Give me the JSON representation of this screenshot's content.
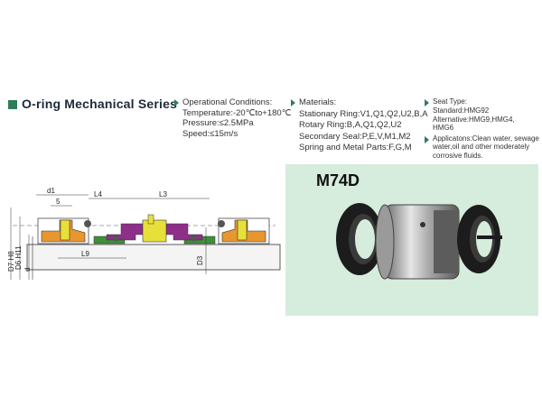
{
  "series": {
    "title": "O-ring Mechanical Series"
  },
  "operational": {
    "heading": "Operational Conditions:",
    "temperature": "Temperature:-20℃to+180℃",
    "pressure": "Pressure:≤2.5MPa",
    "speed": "Speed:≤15m/s"
  },
  "materials": {
    "heading": "Materials:",
    "stationary": "Stationary Ring:V1,Q1,Q2,U2,B,A",
    "rotary": "Rotary Ring:B,A,Q1,Q2,U2",
    "secondary": "Secondary Seal:P,E,V,M1,M2",
    "spring": "Spring and Metal Parts:F,G,M"
  },
  "seat": {
    "heading": "Seat Type:",
    "standard": "Standard:HMG92",
    "alternative": "Alternative:HMG9,HMG4,",
    "alternative2": "HMG6",
    "applications": "Applicatons:Clean water, sewage water,oil and other moderately corrosive fluids."
  },
  "product": {
    "model": "M74D"
  },
  "drawing": {
    "labels": {
      "d1": "d1",
      "five": "5",
      "l4": "L4",
      "l3": "L3",
      "l9": "L9",
      "d3": "D3",
      "d7": "D7 H8",
      "d6": "D6 H11",
      "d": "d"
    }
  },
  "colors": {
    "accent": "#2e7d5b",
    "panel": "#d6ecdd",
    "seat_orange": "#e8962e",
    "rotary_purple": "#8e2f8a",
    "ring_yellow": "#e8e03a",
    "spring_green": "#3f8f3a"
  }
}
